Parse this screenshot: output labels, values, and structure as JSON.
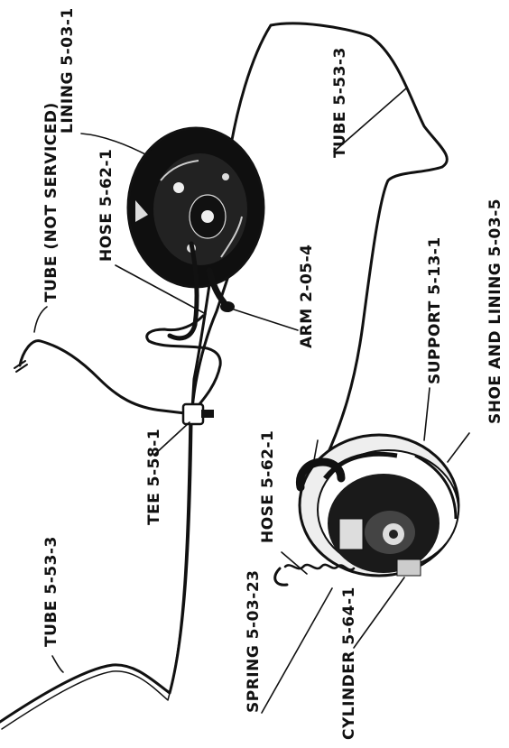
{
  "labels": {
    "tube_not_serviced": "TUBE (NOT SERVICED)",
    "lining_top": "LINING 5-03-1",
    "hose_top": "HOSE 5-62-1",
    "tube_right": "TUBE 5-53-3",
    "shoe_and_lining": "SHOE AND LINING 5-03-5",
    "support": "SUPPORT 5-13-1",
    "arm": "ARM 2-05-4",
    "hose_bottom": "HOSE 5-62-1",
    "tee": "TEE 5-58-1",
    "tube_left": "TUBE 5-53-3",
    "spring": "SPRING 5-03-23",
    "cylinder": "CYLINDER 5-64-1"
  }
}
